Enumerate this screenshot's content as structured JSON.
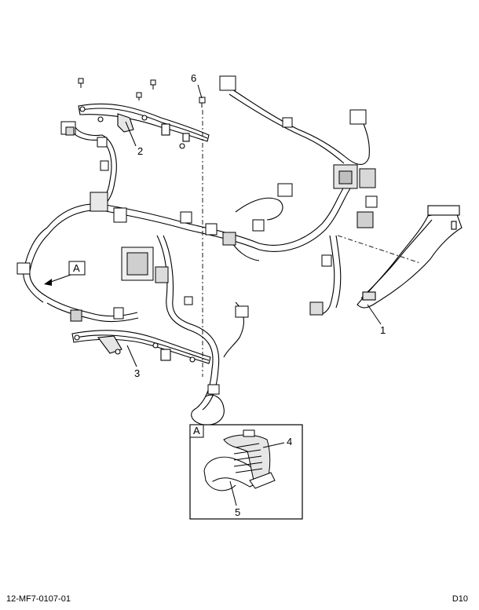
{
  "figure_id": "12-MF7-0107-01",
  "sheet": "D10",
  "detail_marker": "A",
  "detail_box_label": "A",
  "callouts": {
    "c1": "1",
    "c2": "2",
    "c3": "3",
    "c4": "4",
    "c5": "5",
    "c6": "6"
  }
}
